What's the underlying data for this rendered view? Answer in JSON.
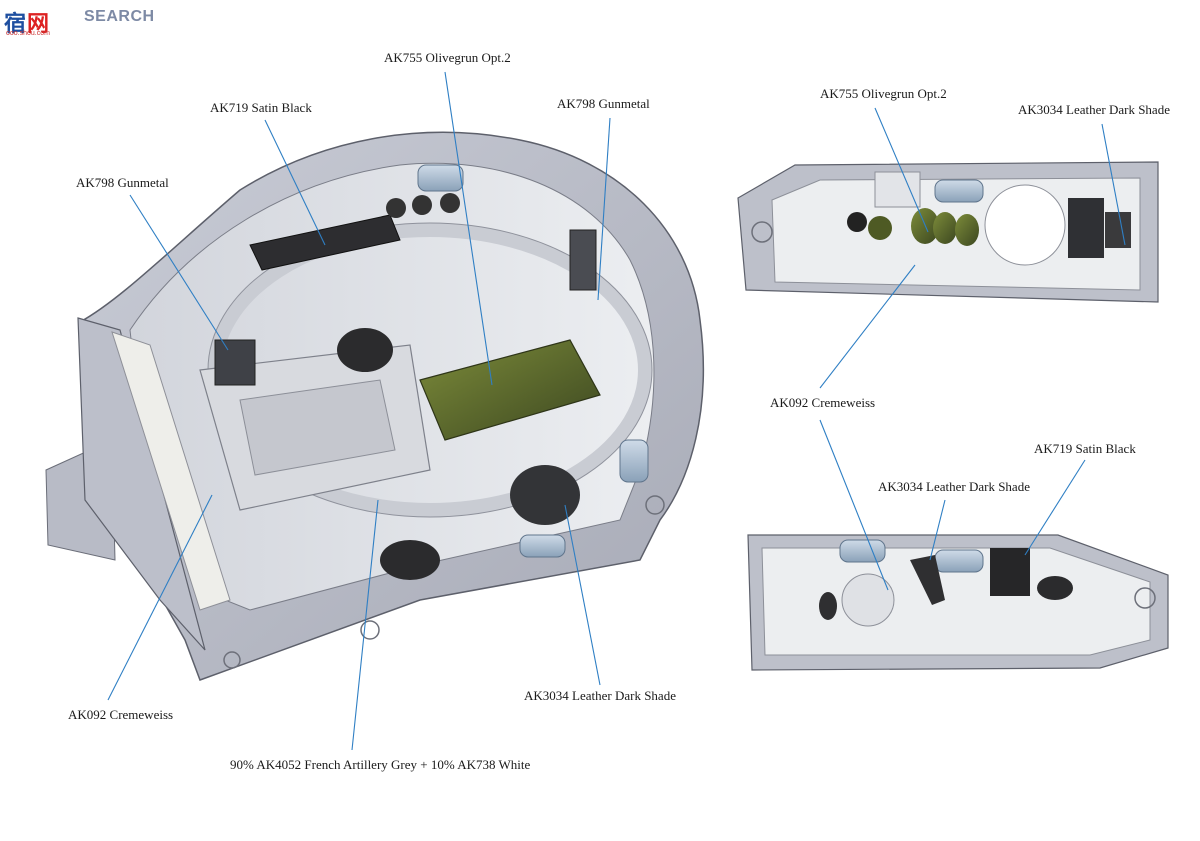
{
  "watermark": {
    "site_cn_1": "宿",
    "site_cn_2": "网",
    "site_en": "SEARCH",
    "site_url": "ooo.shou.com"
  },
  "callouts": {
    "main_ak755": "AK755 Olivegrun Opt.2",
    "main_ak719": "AK719 Satin Black",
    "main_ak798_top": "AK798 Gunmetal",
    "main_ak798_left": "AK798 Gunmetal",
    "main_ak092": "AK092 Cremeweiss",
    "main_ak4052": "90% AK4052 French Artillery Grey + 10% AK738 White",
    "main_ak3034": "AK3034 Leather Dark Shade",
    "side1_ak755": "AK755 Olivegrun Opt.2",
    "side1_ak3034": "AK3034 Leather Dark Shade",
    "side_ak092": "AK092 Cremeweiss",
    "side2_ak719": "AK719 Satin Black",
    "side2_ak3034": "AK3034 Leather Dark Shade"
  },
  "colors": {
    "hull_grey": "#b9bcc8",
    "interior_light": "#e4e6ea",
    "olive": "#5b6a2e",
    "dark": "#2c2c2e",
    "ammo_blue": "#a9b9cc",
    "leader_line": "#2f7fc4"
  }
}
